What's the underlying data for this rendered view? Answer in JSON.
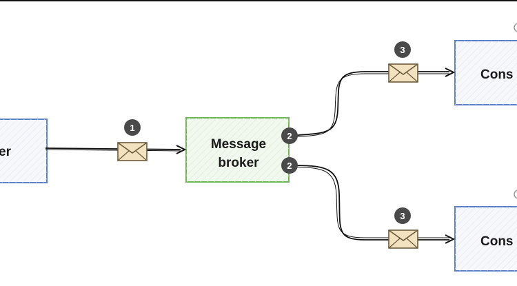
{
  "nodes": {
    "producer": {
      "label": "er"
    },
    "broker": {
      "line1": "Message",
      "line2": "broker"
    },
    "consumer_top": {
      "label": "Cons"
    },
    "consumer_bottom": {
      "label": "Cons"
    }
  },
  "steps": {
    "producer_to_broker": "1",
    "broker_out_top": "2",
    "broker_out_bottom": "2",
    "to_consumer_top": "3",
    "to_consumer_bottom": "3"
  },
  "colors": {
    "producer_border": "#5b7fc9",
    "consumer_border": "#5b7fc9",
    "broker_border": "#6fb558",
    "broker_fill": "#f1f8ee",
    "envelope_fill": "#f3e2bf",
    "envelope_stroke": "#6b5a3a",
    "badge_fill": "#4a4a4a",
    "line": "#111111"
  },
  "icons": {
    "envelope": "envelope-icon",
    "arrow": "arrowhead"
  }
}
